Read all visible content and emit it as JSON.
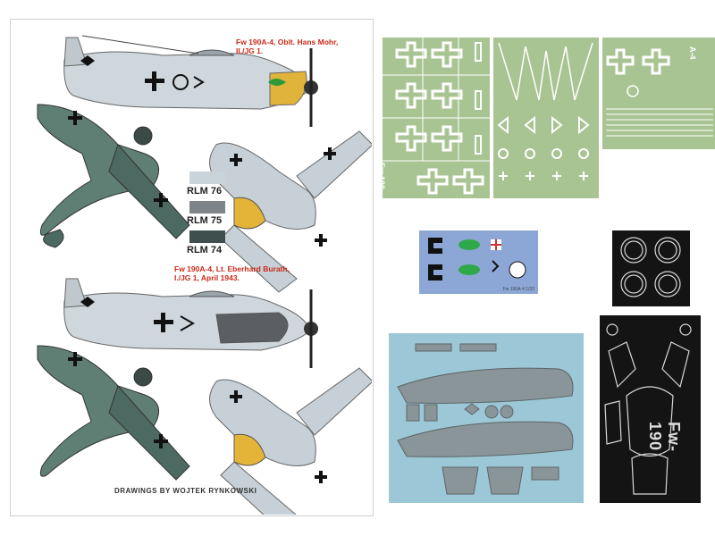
{
  "left_panel": {
    "caption_a": [
      "Fw 190A-4, Oblt. Hans Mohr,",
      "II./JG 1."
    ],
    "caption_b": [
      "Fw 190A-4, Lt. Eberhard Burath,",
      "I./JG 1, April 1943."
    ],
    "swatches": [
      {
        "label": "RLM 76",
        "color": "#c9d3da"
      },
      {
        "label": "RLM 75",
        "color": "#7e8488"
      },
      {
        "label": "RLM 74",
        "color": "#3f4f4e"
      }
    ],
    "footer": "DRAWINGS BY WOJTEK RYNKOWSKI"
  },
  "decal_sheet": {
    "small_print": "Fw 190A-4  1/32"
  },
  "colors": {
    "mask_green": "#a9c493",
    "decal_blue": "#8ca7d6",
    "resin_blue": "#9cc7d6",
    "mask_black": "#141414"
  },
  "mask_text": {
    "fw190": "Fw-190",
    "side_a": "Fw 190",
    "side_b": "A-4"
  }
}
